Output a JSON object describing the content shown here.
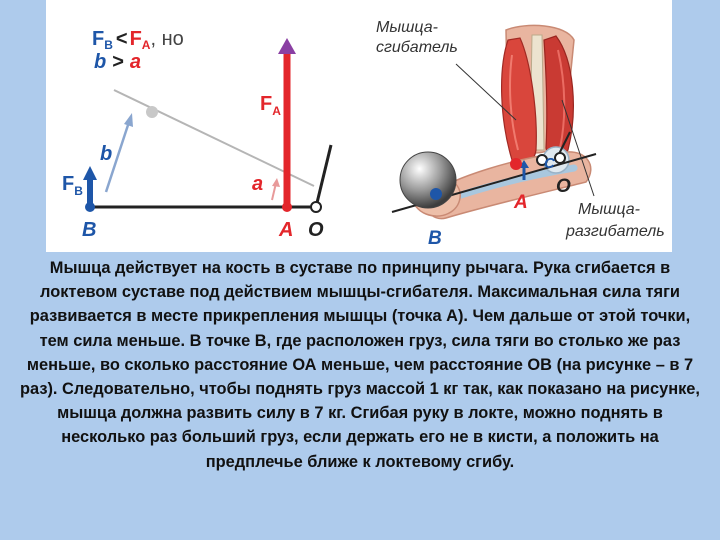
{
  "diagram": {
    "formula_line1": {
      "fb": "F",
      "fb_sub": "B",
      "lt": "<",
      "fa": "F",
      "fa_sub": "A",
      "tail": ", но"
    },
    "formula_line2": {
      "b": "b",
      "gt": ">",
      "a": "a"
    },
    "label_fa": "F",
    "label_fa_sub": "A",
    "label_fb": "F",
    "label_fb_sub": "B",
    "label_b_small": "b",
    "label_a_small": "a",
    "label_B": "B",
    "label_A": "A",
    "label_O": "O",
    "muscle_flexor_line1": "Мышца-",
    "muscle_flexor_line2": "сгибатель",
    "muscle_extensor_line1": "Мышца-",
    "muscle_extensor_line2": "разгибатель",
    "arm_label_c": "C",
    "arm_label_O": "O",
    "arm_label_A": "A",
    "arm_label_B": "B",
    "colors": {
      "red": "#e3262b",
      "blue": "#1e56a8",
      "purple": "#7b3da0",
      "dark": "#222222"
    }
  },
  "caption": "Мышца действует на кость в суставе по принципу рычага. Рука сгибается в локтевом суставе под действием мышцы-сгибателя. Максимальная сила тяги развивается в месте прикрепления мышцы (точка А). Чем дальше от этой точки, тем сила меньше. В точке В, где расположен груз, сила тяги во столько же раз меньше, во сколько расстояние ОА меньше, чем расстояние ОВ (на рисунке – в 7 раз). Следовательно, чтобы поднять груз массой 1 кг так, как показано на рисунке, мышца должна развить силу в 7 кг. Сгибая руку в локте, можно поднять в несколько раз больший груз, если держать его не в кисти, а положить на предплечье ближе к локтевому сгибу."
}
